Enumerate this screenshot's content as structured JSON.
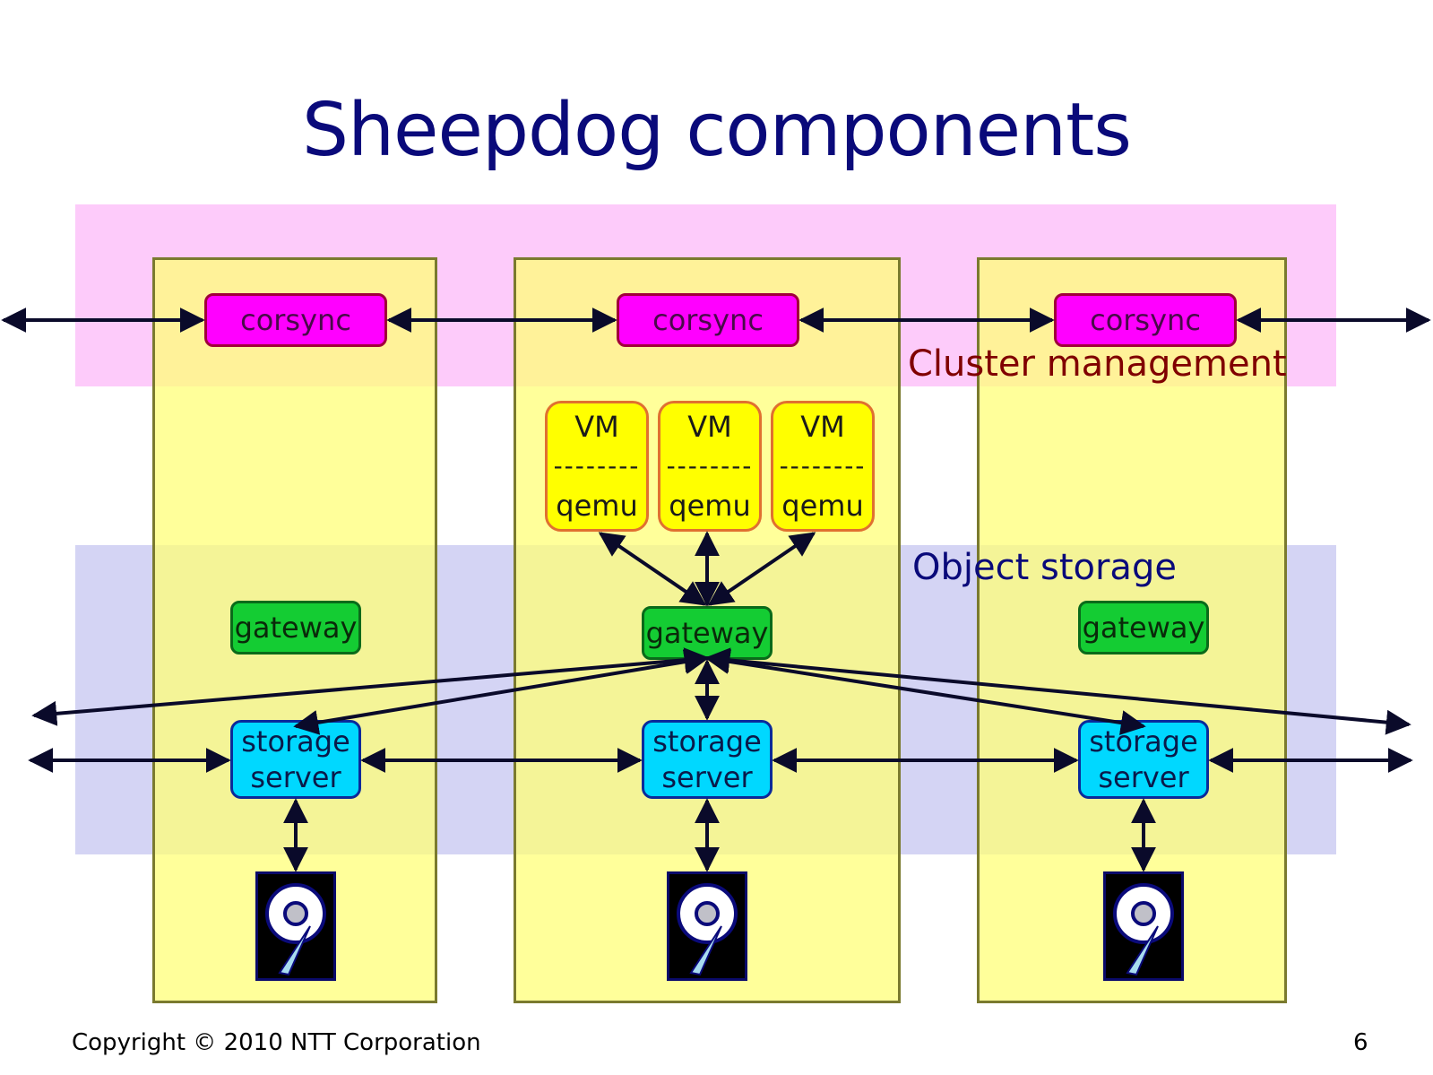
{
  "slide": {
    "title": "Sheepdog components",
    "footer_copyright": "Copyright © 2010 NTT Corporation",
    "page_number": "6"
  },
  "layers": {
    "cluster_management": "Cluster management",
    "object_storage": "Object storage"
  },
  "nodes": [
    {
      "corsync": "corsync",
      "gateway": "gateway",
      "storage_line1": "storage",
      "storage_line2": "server",
      "disk_icon": "hard-disk-icon"
    },
    {
      "corsync": "corsync",
      "gateway": "gateway",
      "storage_line1": "storage",
      "storage_line2": "server",
      "disk_icon": "hard-disk-icon",
      "vms": [
        {
          "top": "VM",
          "separator": "--------",
          "bottom": "qemu"
        },
        {
          "top": "VM",
          "separator": "--------",
          "bottom": "qemu"
        },
        {
          "top": "VM",
          "separator": "--------",
          "bottom": "qemu"
        }
      ]
    },
    {
      "corsync": "corsync",
      "gateway": "gateway",
      "storage_line1": "storage",
      "storage_line2": "server",
      "disk_icon": "hard-disk-icon"
    }
  ],
  "colors": {
    "title": "#0a0a7a",
    "cluster_band": "#fdcbfa",
    "object_band": "#d4d4f4",
    "corsync": "#ff00ff",
    "gateway": "#14cc33",
    "storage_server": "#00d8ff",
    "vm": "#ffff00",
    "column": "#ffff99"
  }
}
